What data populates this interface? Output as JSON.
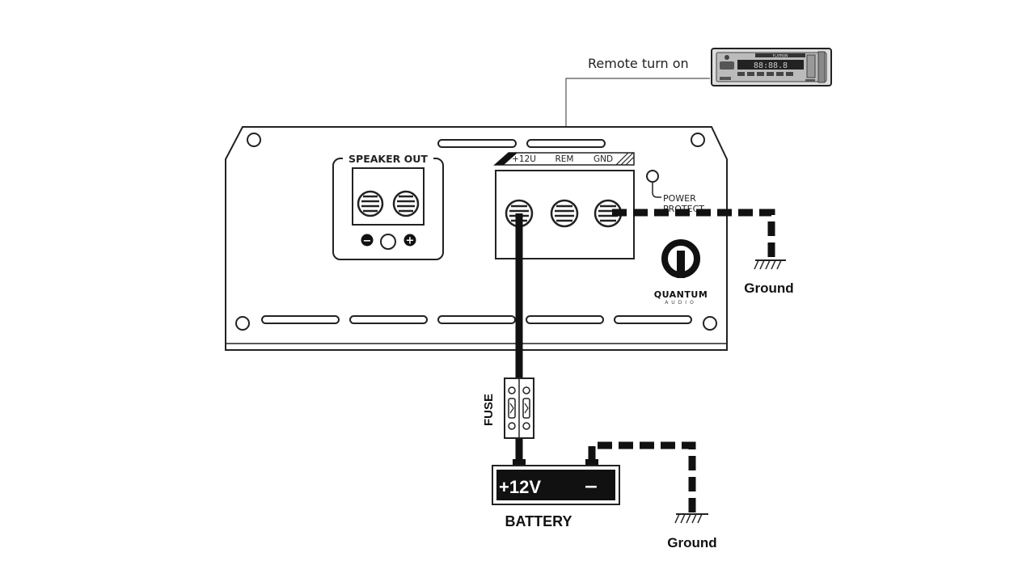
{
  "remote": {
    "label": "Remote turn on"
  },
  "head_unit": {
    "display_text": "88:88.8",
    "top_text": "FLATRON"
  },
  "amplifier": {
    "speaker_out_label": "SPEAKER OUT",
    "minus_symbol": "−",
    "plus_symbol": "+",
    "terminal_labels": [
      "+12U",
      "REM",
      "GND"
    ],
    "power_label_line1": "POWER",
    "power_label_line2": "PROTECT",
    "brand_name": "QUANTUM",
    "brand_sub": "AUDIO"
  },
  "fuse": {
    "label": "FUSE"
  },
  "battery": {
    "voltage_label": "+12V",
    "minus_label": "−",
    "label": "BATTERY"
  },
  "ground": {
    "label_amp": "Ground",
    "label_battery": "Ground"
  },
  "colors": {
    "line": "#111111",
    "panel": "#ffffff",
    "battery_face": "#111111"
  }
}
